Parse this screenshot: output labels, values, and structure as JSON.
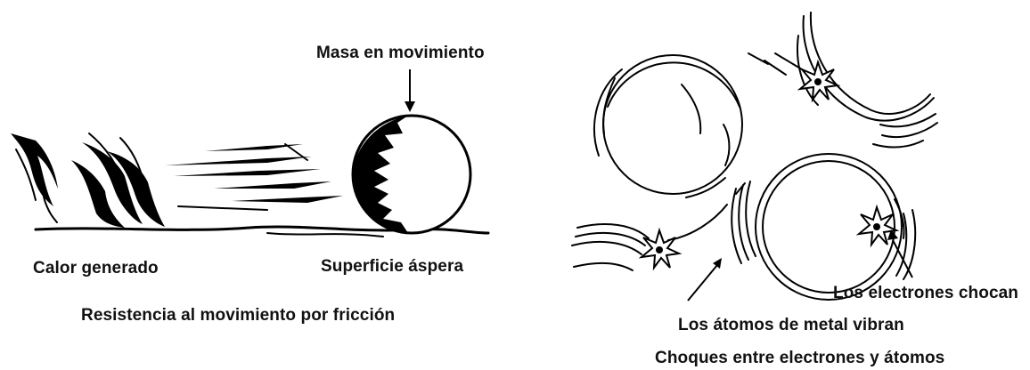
{
  "left_diagram": {
    "label_mass": "Masa en movimiento",
    "label_heat": "Calor generado",
    "label_surface": "Superficie áspera",
    "caption": "Resistencia al movimiento por fricción"
  },
  "right_diagram": {
    "label_electrons": "Los electrones chocan",
    "label_atoms": "Los átomos de metal vibran",
    "caption": "Choques entre electrones y átomos"
  },
  "colors": {
    "ink": "#000000",
    "background": "#ffffff"
  }
}
